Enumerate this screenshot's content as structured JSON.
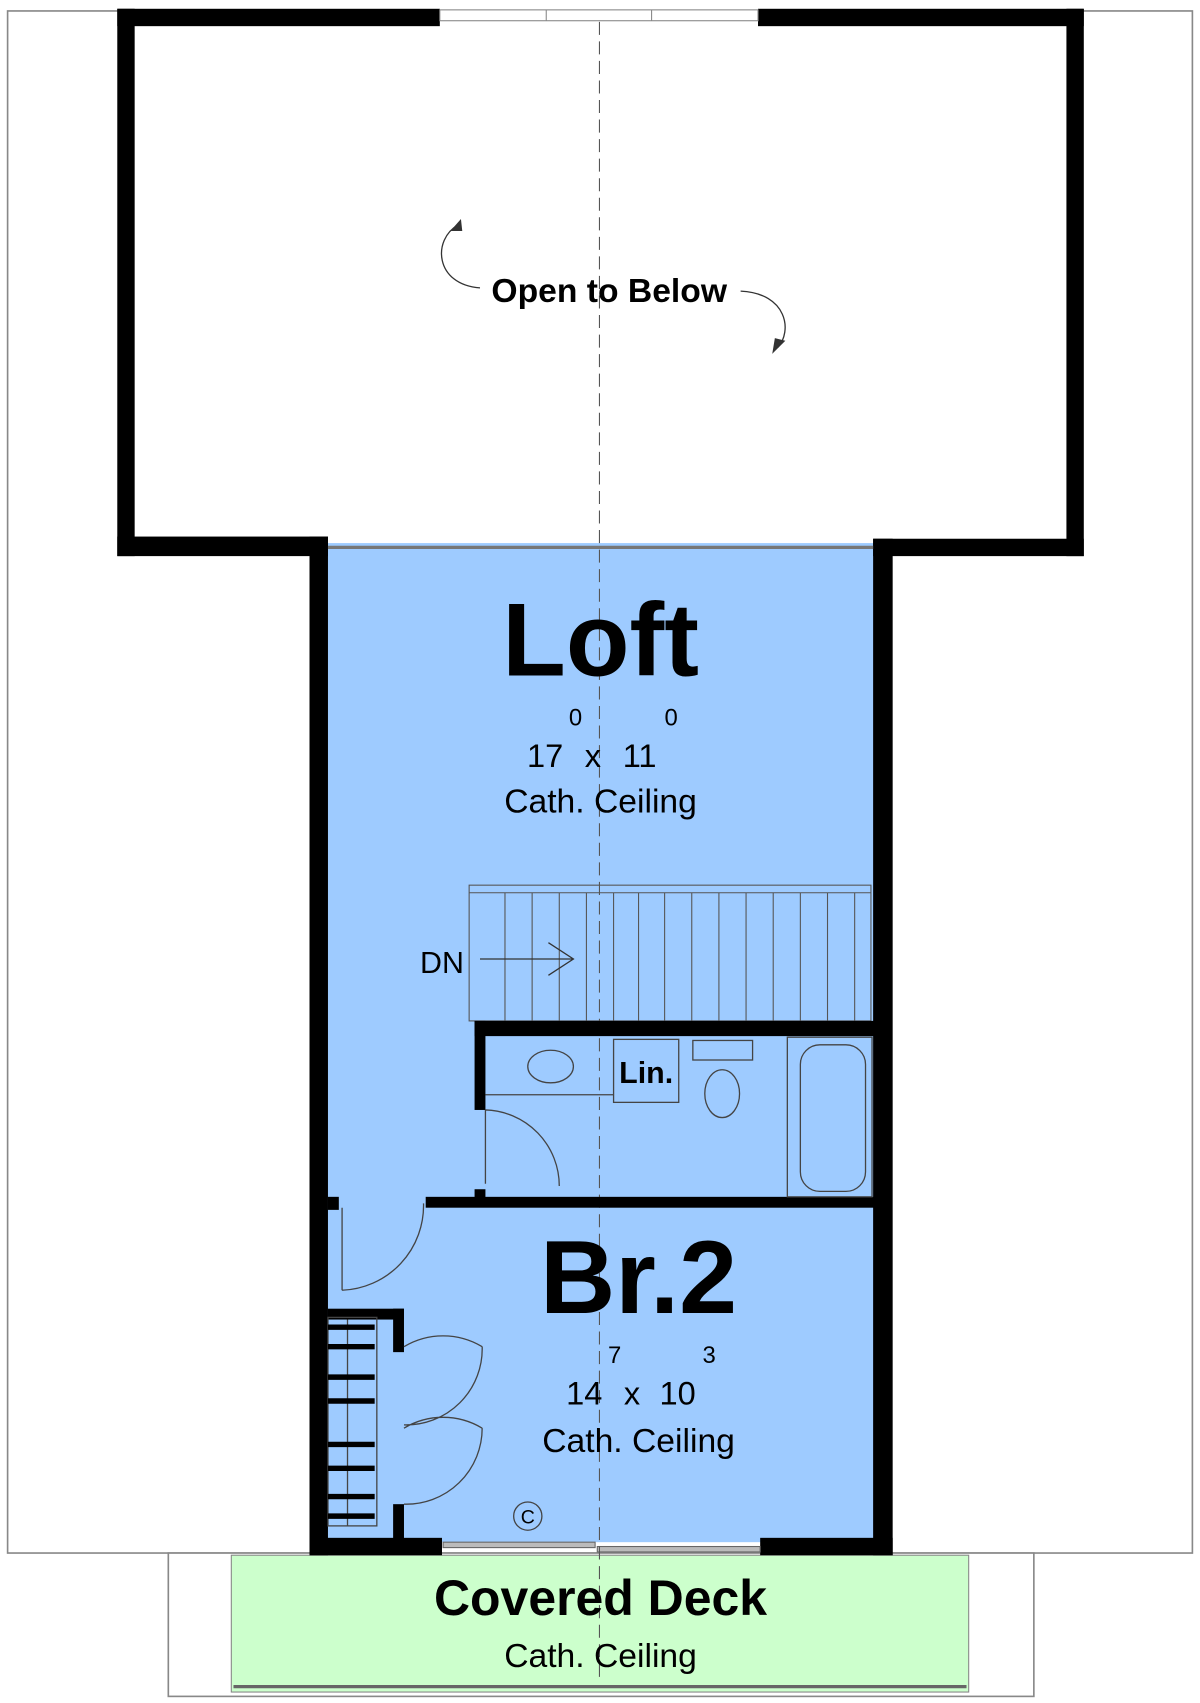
{
  "colors": {
    "loft_fill": "#9ecbff",
    "deck_fill": "#ccffcc",
    "wall": "#000000",
    "outline": "#888888"
  },
  "open_to_below": {
    "label": "Open to Below"
  },
  "loft": {
    "name": "Loft",
    "dim_ft_a": "17",
    "dim_in_a": "0",
    "dim_x": "x",
    "dim_ft_b": "11",
    "dim_in_b": "0",
    "ceiling": "Cath. Ceiling"
  },
  "stairs": {
    "label": "DN"
  },
  "bath": {
    "linen_label": "Lin."
  },
  "bedroom": {
    "name": "Br.2",
    "dim_ft_a": "14",
    "dim_in_a": "7",
    "dim_x": "x",
    "dim_ft_b": "10",
    "dim_in_b": "3",
    "ceiling": "Cath. Ceiling",
    "closet_mark": "C"
  },
  "deck": {
    "name": "Covered Deck",
    "ceiling": "Cath. Ceiling"
  }
}
